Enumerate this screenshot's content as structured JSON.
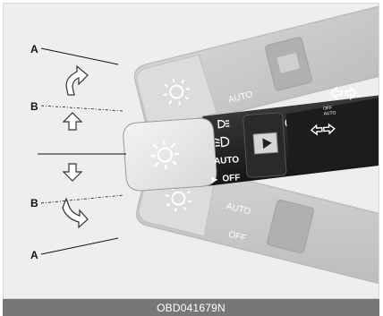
{
  "callouts": {
    "a_top": "A",
    "b_top": "B",
    "b_bottom": "B",
    "a_bottom": "A"
  },
  "switch_labels": {
    "auto": "AUTO",
    "off": "OFF",
    "auto_small": "AUTO",
    "off_small": "OFF",
    "auto_ghost_top": "AUTO",
    "auto_ghost_bottom": "AUTO",
    "off_ghost_bottom": "OFF"
  },
  "caption": "OBD041679N",
  "colors": {
    "frame_bg": "#eeeeee",
    "stalk_dark": "#222222",
    "ghost_stalk": "#c8c8c8",
    "caption_bar": "#777777"
  },
  "icons": {
    "lamp": "headlamp-sun-icon",
    "parking": "parking-lamp-icon",
    "lowbeam": "low-beam-icon",
    "fog": "fog-lamp-icon",
    "turn": "turn-signal-arrows-icon"
  }
}
